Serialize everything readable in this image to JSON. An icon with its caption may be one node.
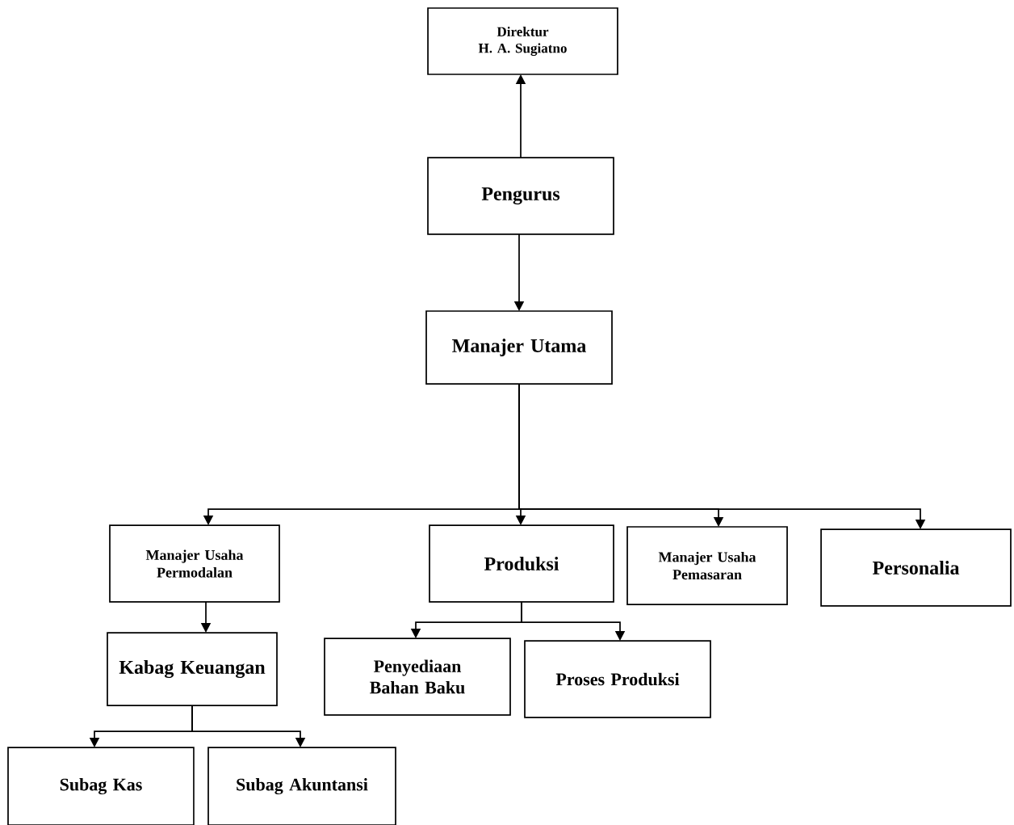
{
  "diagram": {
    "nodes": [
      {
        "text": [
          "Direktur",
          "H. A. Sugiatno"
        ]
      },
      {
        "text": [
          "Pengurus"
        ]
      },
      {
        "text": [
          "Manajer Utama"
        ]
      },
      {
        "text": [
          "Manajer Usaha Permodalan"
        ]
      },
      {
        "text": [
          "Produksi"
        ]
      },
      {
        "text": [
          "Manajer Usaha Pemasaran"
        ]
      },
      {
        "text": [
          "Personalia"
        ]
      },
      {
        "text": [
          "Kabag Keuangan"
        ]
      },
      {
        "text": [
          "Penyediaan Bahan Baku"
        ]
      },
      {
        "text": [
          "Proses Produksi"
        ]
      },
      {
        "text": [
          "Subag Kas"
        ]
      },
      {
        "text": [
          "Subag Akuntansi"
        ]
      }
    ],
    "edges": [
      {
        "from": 1,
        "to": 0,
        "arrow": "to"
      },
      {
        "from": 1,
        "to": 2,
        "arrow": "to"
      },
      {
        "from": 2,
        "to": 3,
        "arrow": "to"
      },
      {
        "from": 2,
        "to": 4,
        "arrow": "to"
      },
      {
        "from": 2,
        "to": 5,
        "arrow": "to"
      },
      {
        "from": 2,
        "to": 6,
        "arrow": "to"
      },
      {
        "from": 3,
        "to": 7,
        "arrow": "to"
      },
      {
        "from": 4,
        "to": 8,
        "arrow": "to"
      },
      {
        "from": 4,
        "to": 9,
        "arrow": "to"
      },
      {
        "from": 7,
        "to": 10,
        "arrow": "to"
      },
      {
        "from": 7,
        "to": 11,
        "arrow": "to"
      }
    ]
  }
}
